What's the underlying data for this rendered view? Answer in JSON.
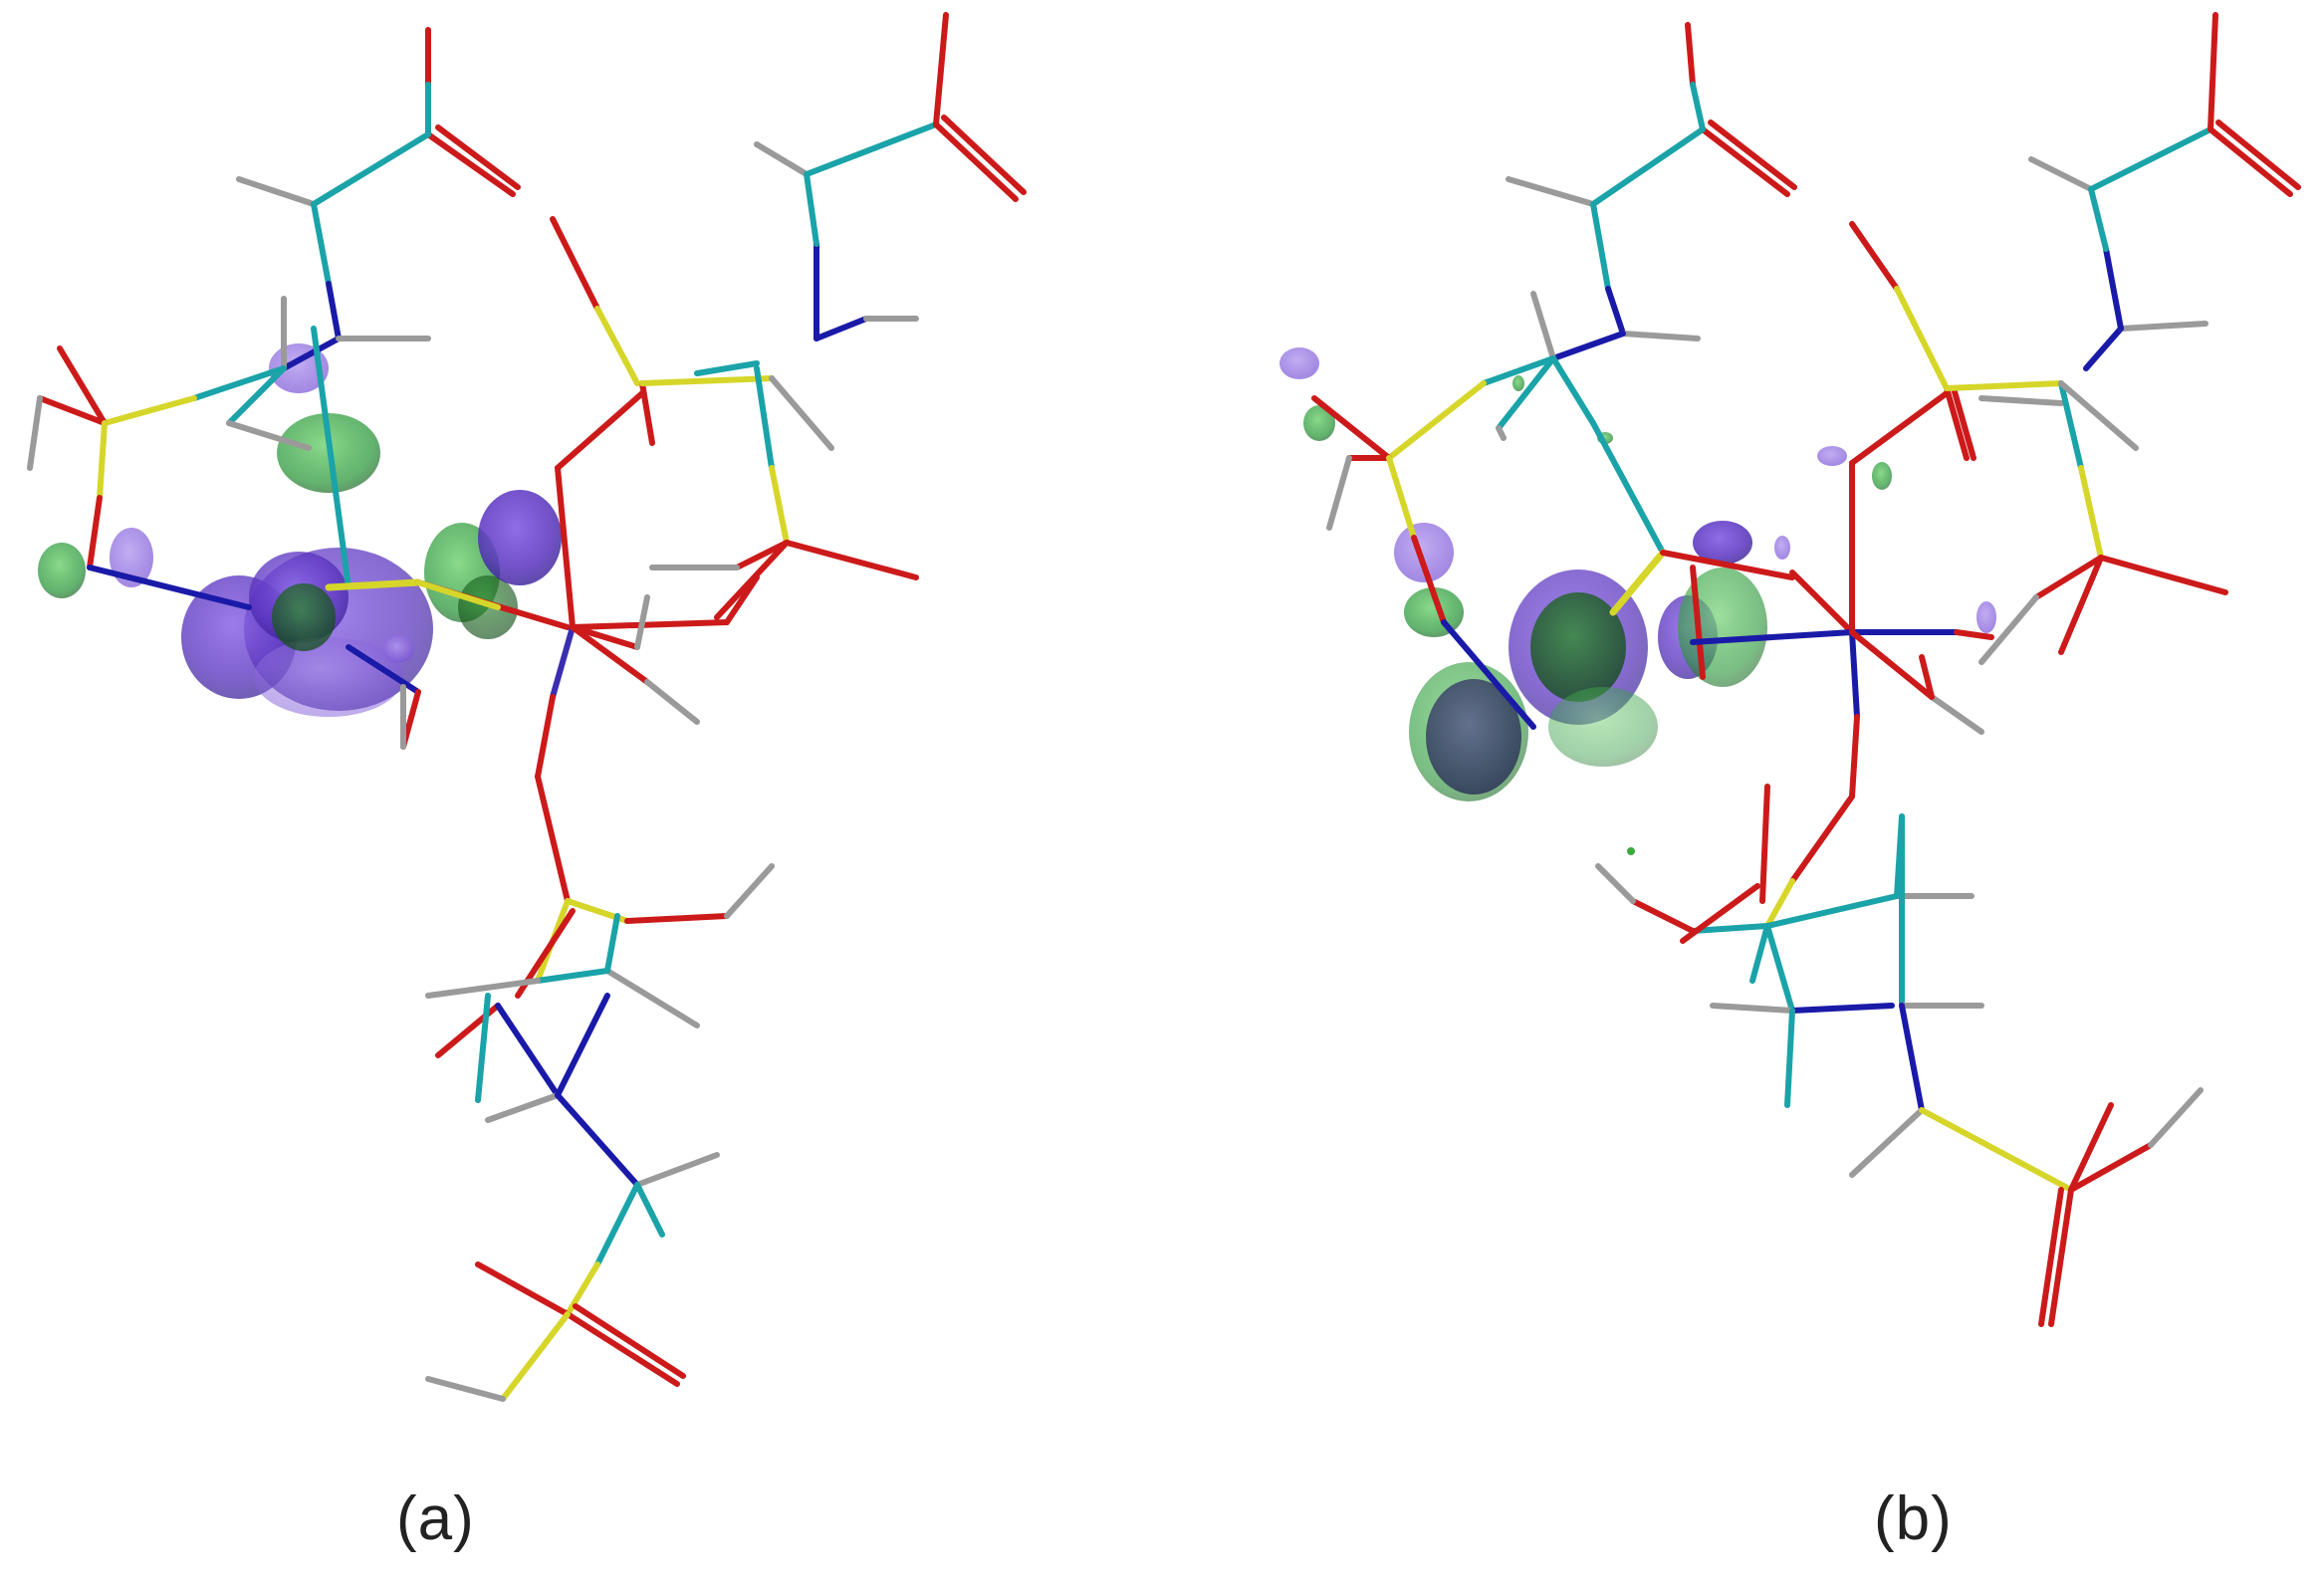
{
  "panels": [
    {
      "id": "a",
      "label": "(a)"
    },
    {
      "id": "b",
      "label": "(b)"
    }
  ],
  "colors": {
    "carbon": "#1aa3a8",
    "nitrogen": "#1a1aa8",
    "oxygen": "#cc1a1a",
    "sulfur": "#d6d62a",
    "hydrogen": "#9a9a9a",
    "metal_bond": "#3a2fb0",
    "isosurface_purple": "#6a3fd0",
    "isosurface_green": "#3fa83f"
  }
}
